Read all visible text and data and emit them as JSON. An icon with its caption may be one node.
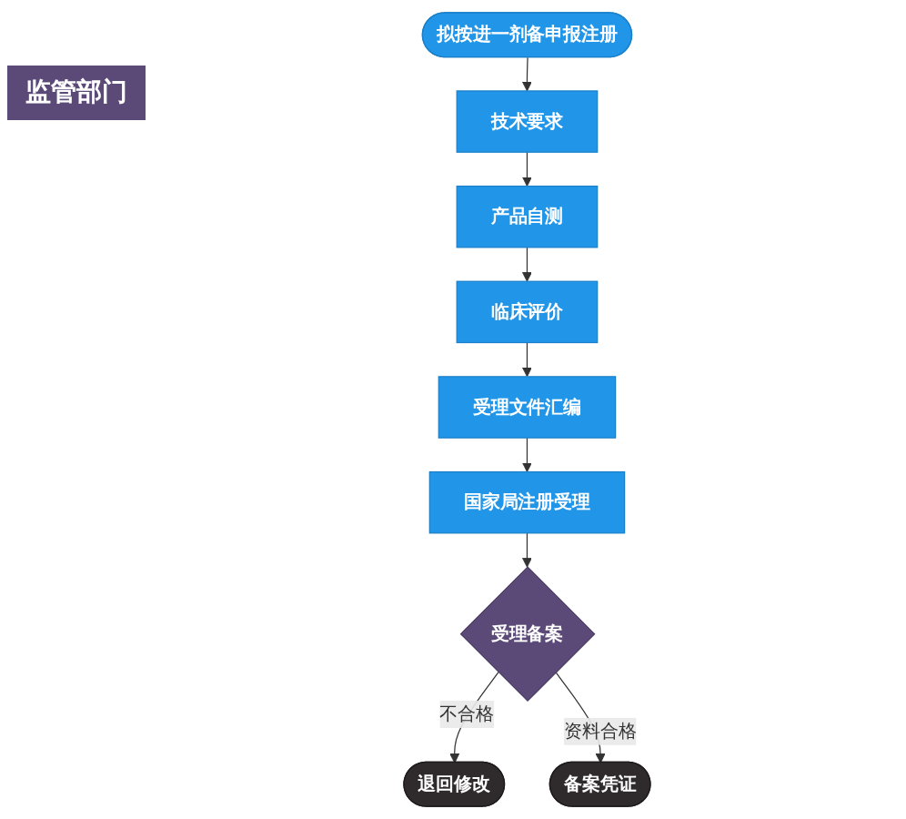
{
  "diagram": {
    "nodes": [
      {
        "text": [
          "拟按进一剂备申报注册"
        ]
      },
      {
        "text": [
          "技术要求"
        ]
      },
      {
        "text": [
          "产品自测"
        ]
      },
      {
        "text": [
          "临床评价"
        ]
      },
      {
        "text": [
          "受理文件汇编"
        ]
      },
      {
        "text": [
          "国家局注册受理"
        ]
      },
      {
        "text": [
          "受理备案"
        ]
      },
      {
        "text": [
          "退回修改"
        ]
      },
      {
        "text": [
          "备案凭证"
        ]
      }
    ],
    "edges": [
      {
        "from": 0,
        "to": 1,
        "arrow": "to"
      },
      {
        "from": 1,
        "to": 2,
        "arrow": "to"
      },
      {
        "from": 2,
        "to": 3,
        "arrow": "to"
      },
      {
        "from": 3,
        "to": 4,
        "arrow": "to"
      },
      {
        "from": 4,
        "to": 5,
        "arrow": "to"
      },
      {
        "from": 5,
        "to": 6,
        "arrow": "to"
      },
      {
        "from": 6,
        "to": 7,
        "arrow": "to",
        "label": "不合格"
      },
      {
        "from": 6,
        "to": 8,
        "arrow": "to",
        "label": "资料合格"
      }
    ],
    "legend": [
      {
        "text": "监管部门",
        "color": "#5b4a78"
      }
    ]
  }
}
